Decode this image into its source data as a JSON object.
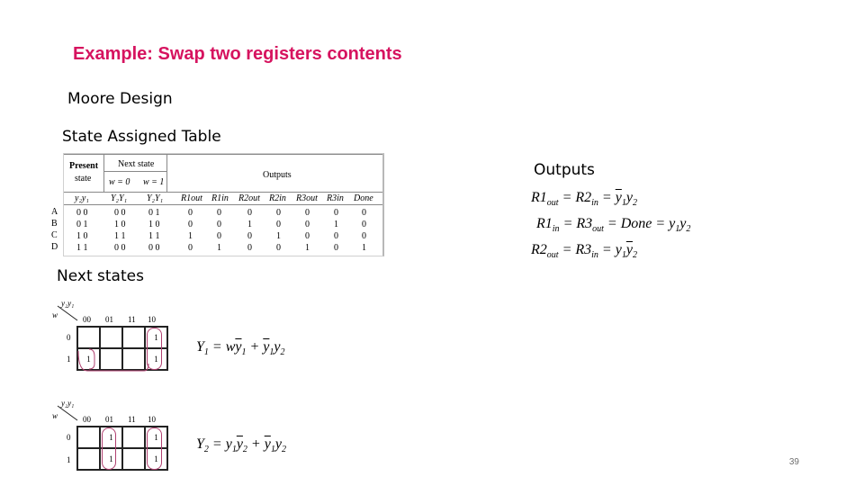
{
  "slide": {
    "title": "Example: Swap two registers contents",
    "subtitle": "Moore Design",
    "section_table": "State Assigned Table",
    "section_outputs": "Outputs",
    "section_next": "Next states",
    "page_number": "39"
  },
  "state_table": {
    "present_header": "Present",
    "present_sub": "state",
    "present_vars": "y₂y₁",
    "next_header": "Next state",
    "next_w0": "w = 0",
    "next_w1": "w = 1",
    "next_vars_0": "Y₂Y₁",
    "next_vars_1": "Y₂Y₁",
    "outputs_header": "Outputs",
    "output_cols": [
      "R1out",
      "R1in",
      "R2out",
      "R2in",
      "R3out",
      "R3in",
      "Done"
    ],
    "rows": [
      {
        "state": "A",
        "present": "0 0",
        "next0": "0 0",
        "next1": "0 1",
        "outs": [
          "0",
          "0",
          "0",
          "0",
          "0",
          "0",
          "0"
        ]
      },
      {
        "state": "B",
        "present": "0 1",
        "next0": "1 0",
        "next1": "1 0",
        "outs": [
          "0",
          "0",
          "1",
          "0",
          "0",
          "1",
          "0"
        ]
      },
      {
        "state": "C",
        "present": "1 0",
        "next0": "1 1",
        "next1": "1 1",
        "outs": [
          "1",
          "0",
          "0",
          "1",
          "0",
          "0",
          "0"
        ]
      },
      {
        "state": "D",
        "present": "1 1",
        "next0": "0 0",
        "next1": "0 0",
        "outs": [
          "0",
          "1",
          "0",
          "0",
          "1",
          "0",
          "1"
        ]
      }
    ]
  },
  "kmap1": {
    "corner_top": "y₂y₁",
    "corner_left": "w",
    "cols": [
      "00",
      "01",
      "11",
      "10"
    ],
    "rows": [
      "0",
      "1"
    ],
    "cells": [
      [
        "",
        "",
        "",
        "1"
      ],
      [
        "1",
        "",
        "",
        "1"
      ]
    ],
    "equation_lhs": "Y",
    "equation_lhs_sub": "1"
  },
  "kmap2": {
    "corner_top": "y₂y₁",
    "corner_left": "w",
    "cols": [
      "00",
      "01",
      "11",
      "10"
    ],
    "rows": [
      "0",
      "1"
    ],
    "cells": [
      [
        "",
        "1",
        "",
        "1"
      ],
      [
        "",
        "1",
        "",
        "1"
      ]
    ],
    "equation_lhs": "Y",
    "equation_lhs_sub": "2"
  }
}
